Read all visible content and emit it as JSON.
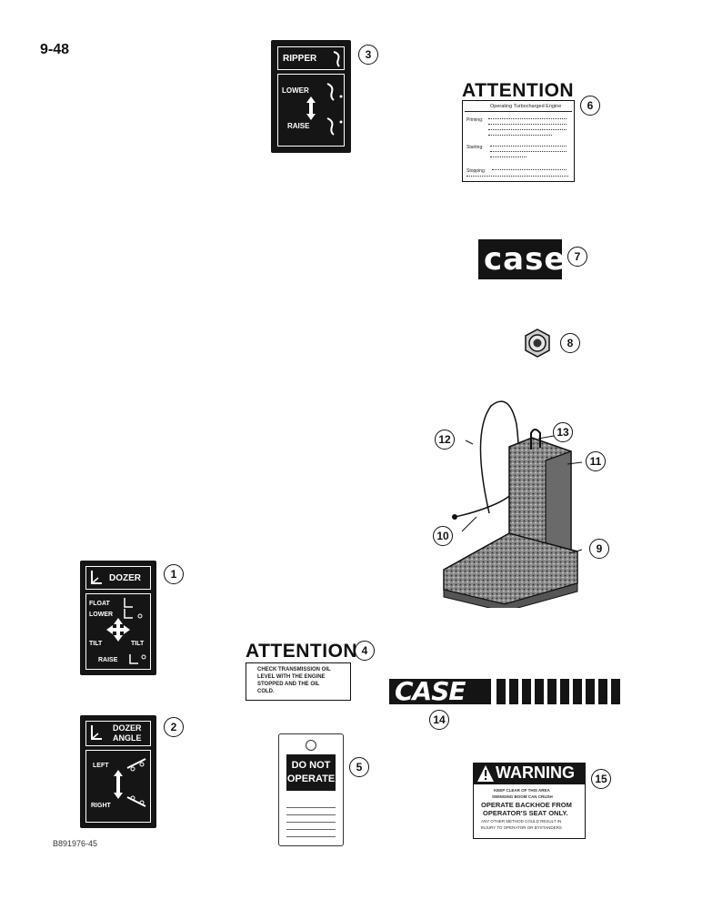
{
  "page_number": "9-48",
  "figure_id": "B891976-45",
  "callouts": [
    "1",
    "2",
    "3",
    "4",
    "5",
    "6",
    "7",
    "8",
    "9",
    "10",
    "11",
    "12",
    "13",
    "14",
    "15"
  ],
  "decal_ripper": {
    "title": "RIPPER",
    "lower": "LOWER",
    "raise": "RAISE"
  },
  "decal_dozer": {
    "title": "DOZER",
    "float": "FLOAT",
    "lower": "LOWER",
    "tilt_left": "TILT",
    "tilt_right": "TILT",
    "raise": "RAISE"
  },
  "decal_dozer_angle": {
    "title_line1": "DOZER",
    "title_line2": "ANGLE",
    "left": "LEFT",
    "right": "RIGHT"
  },
  "decal_turbo": {
    "title": "ATTENTION",
    "subtitle": "Operating Turbocharged Engine",
    "priming": "Priming:",
    "starting": "Starting:",
    "stopping": "Stopping:"
  },
  "decal_transmission": {
    "title": "ATTENTION",
    "line1": "CHECK TRANSMISSION OIL",
    "line2": "LEVEL WITH THE ENGINE",
    "line3": "STOPPED AND THE OIL",
    "line4": "COLD."
  },
  "tag_do_not_operate": {
    "line1": "DO NOT",
    "line2": "OPERATE"
  },
  "logo_small": {
    "text": "case"
  },
  "logo_large": {
    "text": "CASE"
  },
  "decal_warning": {
    "title": "WARNING",
    "line1": "KEEP CLEAR OF THIS AREA",
    "line2": "SWINGING BOOM CAN CRUSH",
    "line3": "OPERATE BACKHOE FROM",
    "line4": "OPERATOR'S SEAT ONLY.",
    "line5": "ANY OTHER METHOD COULD RESULT IN",
    "line6": "INJURY TO OPERATOR OR BYSTANDERS"
  }
}
